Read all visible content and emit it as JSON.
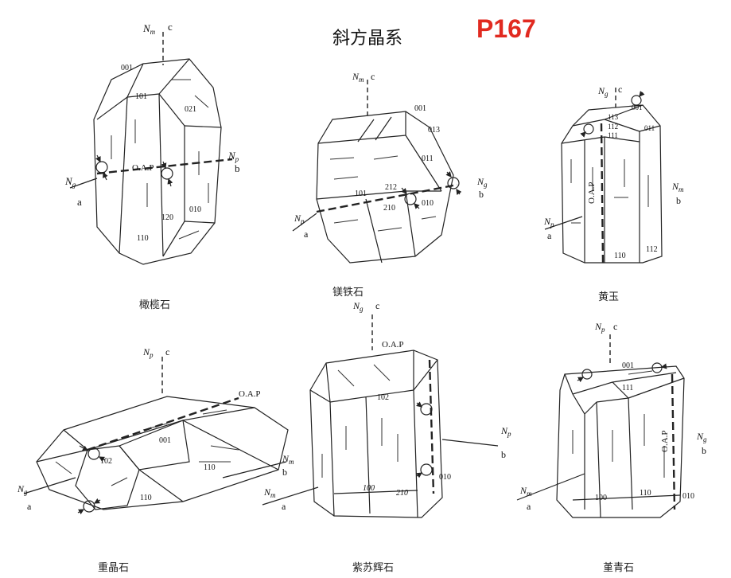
{
  "header": {
    "title": "斜方晶系",
    "page_number": "P167"
  },
  "crystals": [
    {
      "caption": "橄榄石",
      "labels": {
        "nm": "N",
        "nm_sub": "m",
        "c": "c",
        "ng": "N",
        "ng_sub": "g",
        "a": "a",
        "np": "N",
        "np_sub": "p",
        "b": "b",
        "oap": "O.A.P",
        "f001": "001",
        "f101": "101",
        "f021": "021",
        "f120": "120",
        "f010": "010",
        "f110": "110"
      }
    },
    {
      "caption": "镁铁石",
      "labels": {
        "nm": "N",
        "nm_sub": "m",
        "c": "c",
        "np": "N",
        "np_sub": "p",
        "a": "a",
        "ng": "N",
        "ng_sub": "g",
        "b": "b",
        "f001": "001",
        "f013": "013",
        "f011": "011",
        "f101": "101",
        "f212": "212",
        "f210": "210",
        "f010": "010"
      }
    },
    {
      "caption": "黄玉",
      "labels": {
        "ng": "N",
        "ng_sub": "g",
        "c": "c",
        "np": "N",
        "np_sub": "p",
        "a": "a",
        "nm": "N",
        "nm_sub": "m",
        "b": "b",
        "oap": "O.A.P",
        "f001": "001",
        "f113": "113",
        "f112": "112",
        "f011": "011",
        "f111": "111",
        "f110": "110",
        "f112b": "112"
      }
    },
    {
      "caption": "重晶石",
      "labels": {
        "np": "N",
        "np_sub": "p",
        "c": "c",
        "ng": "N",
        "ng_sub": "g",
        "a": "a",
        "nm": "N",
        "nm_sub": "m",
        "b": "b",
        "oap": "O.A.P",
        "f001": "001",
        "f102": "102",
        "f110": "110",
        "f110b": "110"
      }
    },
    {
      "caption": "紫苏辉石",
      "labels": {
        "ng": "N",
        "ng_sub": "g",
        "c": "c",
        "oap": "O.A.P",
        "nm": "N",
        "nm_sub": "m",
        "a": "a",
        "np": "N",
        "np_sub": "p",
        "b": "b",
        "f102": "102",
        "f100": "100",
        "f210": "210",
        "f010": "010"
      }
    },
    {
      "caption": "堇青石",
      "labels": {
        "np": "N",
        "np_sub": "p",
        "c": "c",
        "nm": "N",
        "nm_sub": "m",
        "a": "a",
        "ng": "N",
        "ng_sub": "g",
        "b": "b",
        "oap": "O.A.P",
        "f001": "001",
        "f111": "111",
        "f100": "100",
        "f110": "110",
        "f010": "010"
      }
    }
  ]
}
